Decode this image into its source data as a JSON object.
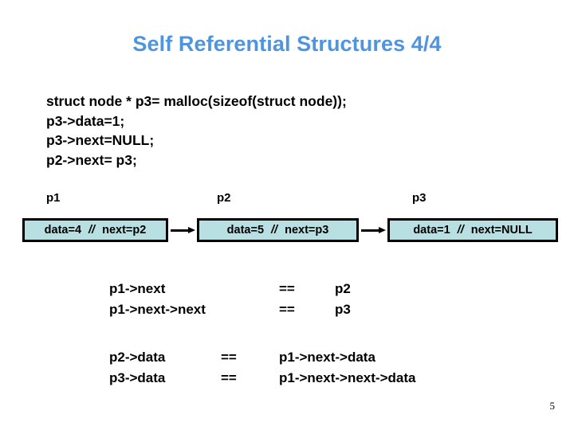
{
  "slide": {
    "title": "Self Referential Structures 4/4",
    "title_color": "#4e94de",
    "page_number": "5",
    "background": "#ffffff"
  },
  "code": {
    "lines": [
      "struct node * p3= malloc(sizeof(struct node));",
      "p3->data=1;",
      "p3->next=NULL;",
      "p2->next= p3;"
    ]
  },
  "diagram": {
    "node_fill": "#b8dfe2",
    "node_border": "#000000",
    "nodes": [
      {
        "pointer_label": "p1",
        "data_field": "data=4",
        "separator": "//",
        "next_field": "next=p2"
      },
      {
        "pointer_label": "p2",
        "data_field": "data=5",
        "separator": "//",
        "next_field": "next=p3"
      },
      {
        "pointer_label": "p3",
        "data_field": "data=1",
        "separator": "//",
        "next_field": "next=NULL"
      }
    ]
  },
  "equivalences": {
    "pointer_block": [
      {
        "left": "p1->next",
        "operator": "==",
        "right": "p2"
      },
      {
        "left": "p1->next->next",
        "operator": "==",
        "right": "p3"
      }
    ],
    "data_block": [
      {
        "left": "p2->data",
        "operator": "==",
        "right": "p1->next->data"
      },
      {
        "left": "p3->data",
        "operator": "==",
        "right": "p1->next->next->data"
      }
    ]
  }
}
